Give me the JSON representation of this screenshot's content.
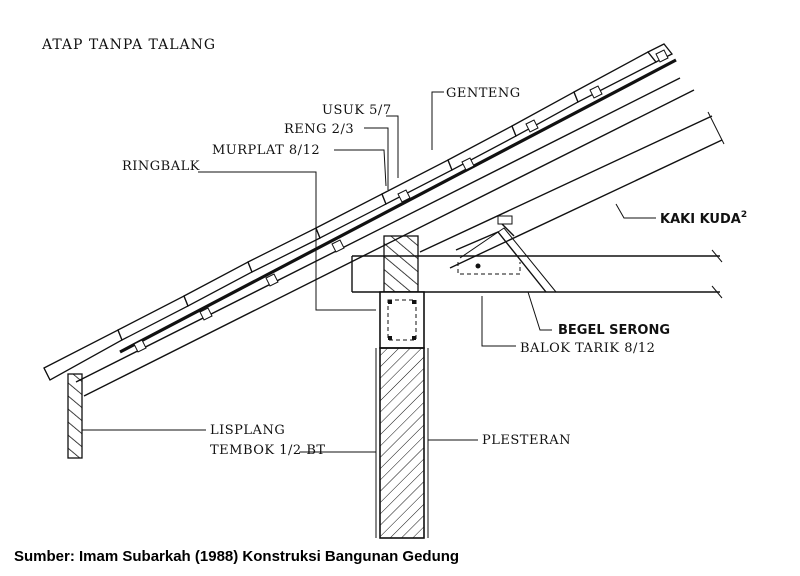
{
  "title": "ATAP TANPA TALANG",
  "labels": {
    "genteng": "GENTENG",
    "usuk": "USUK 5/7",
    "reng": "RENG 2/3",
    "murplat": "MURPLAT 8/12",
    "ringbalk": "RINGBALK",
    "kaki_kuda": "KAKI KUDA",
    "kaki_kuda_sup": "2",
    "begel_serong": "BEGEL SERONG",
    "balok_tarik": "BALOK TARIK 8/12",
    "lisplang": "LISPLANG",
    "tembok": "TEMBOK 1/2 BT",
    "plesteran": "PLESTERAN"
  },
  "caption": "Sumber: Imam Subarkah (1988) Konstruksi Bangunan Gedung"
}
